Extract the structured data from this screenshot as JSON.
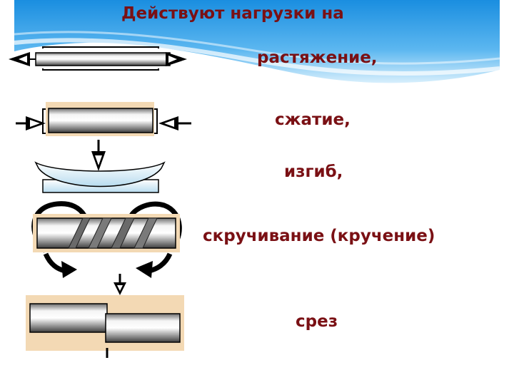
{
  "title": "Действуют нагрузки на",
  "loads": {
    "tension": "растяжение,",
    "compression": "сжатие,",
    "bending": "изгиб,",
    "torsion": "скручивание (кручение)",
    "shear": "срез"
  },
  "colors": {
    "label": "#7a1014",
    "banner_top": "#1a8ee0",
    "banner_bottom": "#cde9fb",
    "frame_fill": "#f3d9b4"
  }
}
